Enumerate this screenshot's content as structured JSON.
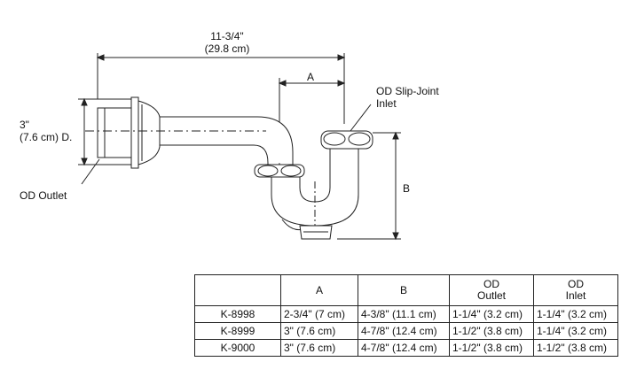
{
  "drawing": {
    "overall_length": "11-3/4\"",
    "overall_length_metric": "(29.8 cm)",
    "outlet_diameter": "3\"",
    "outlet_diameter_metric": "(7.6 cm) D.",
    "dim_a_label": "A",
    "dim_b_label": "B",
    "inlet_label_line1": "OD Slip-Joint",
    "inlet_label_line2": "Inlet",
    "outlet_label": "OD Outlet"
  },
  "table": {
    "headers": {
      "model": "",
      "a": "A",
      "b": "B",
      "od_outlet_1": "OD",
      "od_outlet_2": "Outlet",
      "od_inlet_1": "OD",
      "od_inlet_2": "Inlet"
    },
    "rows": [
      {
        "model": "K-8998",
        "a": "2-3/4\" (7 cm)",
        "b": "4-3/8\" (11.1 cm)",
        "outlet": "1-1/4\" (3.2 cm)",
        "inlet": "1-1/4\" (3.2 cm)"
      },
      {
        "model": "K-8999",
        "a": "3\" (7.6 cm)",
        "b": "4-7/8\" (12.4 cm)",
        "outlet": "1-1/2\" (3.8 cm)",
        "inlet": "1-1/4\" (3.2 cm)"
      },
      {
        "model": "K-9000",
        "a": "3\" (7.6 cm)",
        "b": "4-7/8\" (12.4 cm)",
        "outlet": "1-1/2\" (3.8 cm)",
        "inlet": "1-1/2\" (3.8 cm)"
      }
    ]
  }
}
